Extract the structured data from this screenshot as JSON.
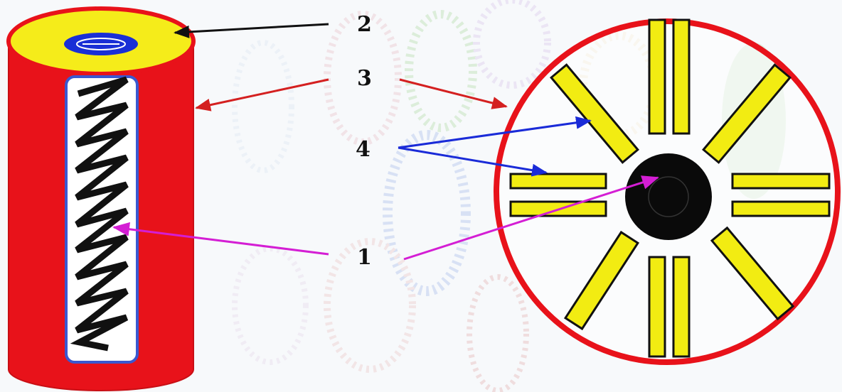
{
  "labels": {
    "one": "1",
    "two": "2",
    "three": "3",
    "four": "4"
  },
  "colors": {
    "outer_red": "#e8121a",
    "top_yellow": "#f5ec1a",
    "inner_blue": "#1a2fd6",
    "helix_black": "#111111",
    "arrow_black": "#111111",
    "arrow_red": "#d42020",
    "arrow_blue": "#1a2bd8",
    "arrow_magenta": "#d41ed4",
    "bar_yellow": "#f2ec12",
    "core_black": "#0a0a0a"
  }
}
